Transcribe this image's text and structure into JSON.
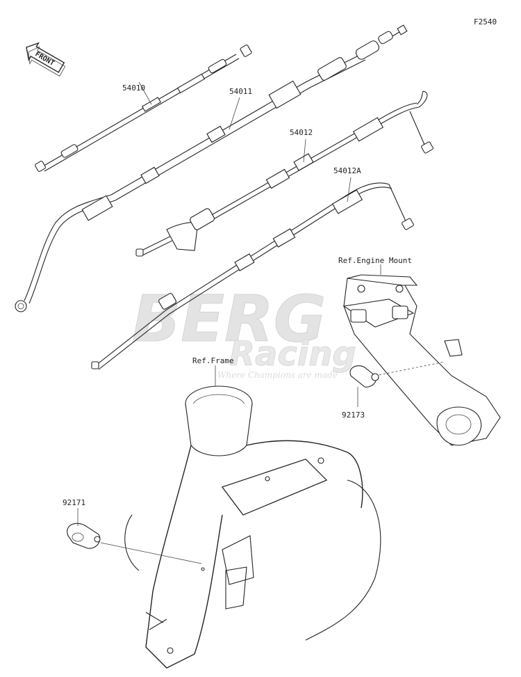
{
  "figure_code": "F2540",
  "front_arrow_label": "FRONT",
  "parts": [
    {
      "id": "cable-54010",
      "number": "54010"
    },
    {
      "id": "cable-54011",
      "number": "54011"
    },
    {
      "id": "cable-54012",
      "number": "54012"
    },
    {
      "id": "cable-54012a",
      "number": "54012A"
    },
    {
      "id": "clamp-92173",
      "number": "92173"
    },
    {
      "id": "clamp-92171",
      "number": "92171"
    }
  ],
  "references": {
    "engine_mount": "Ref.Engine Mount",
    "frame": "Ref.Frame"
  },
  "watermark": {
    "brand_top": "BERG",
    "brand_bottom": "Racing",
    "tagline": "Where Champions are made"
  },
  "colors": {
    "line": "#222222",
    "background": "#ffffff",
    "watermark": "#d8d8d8"
  }
}
